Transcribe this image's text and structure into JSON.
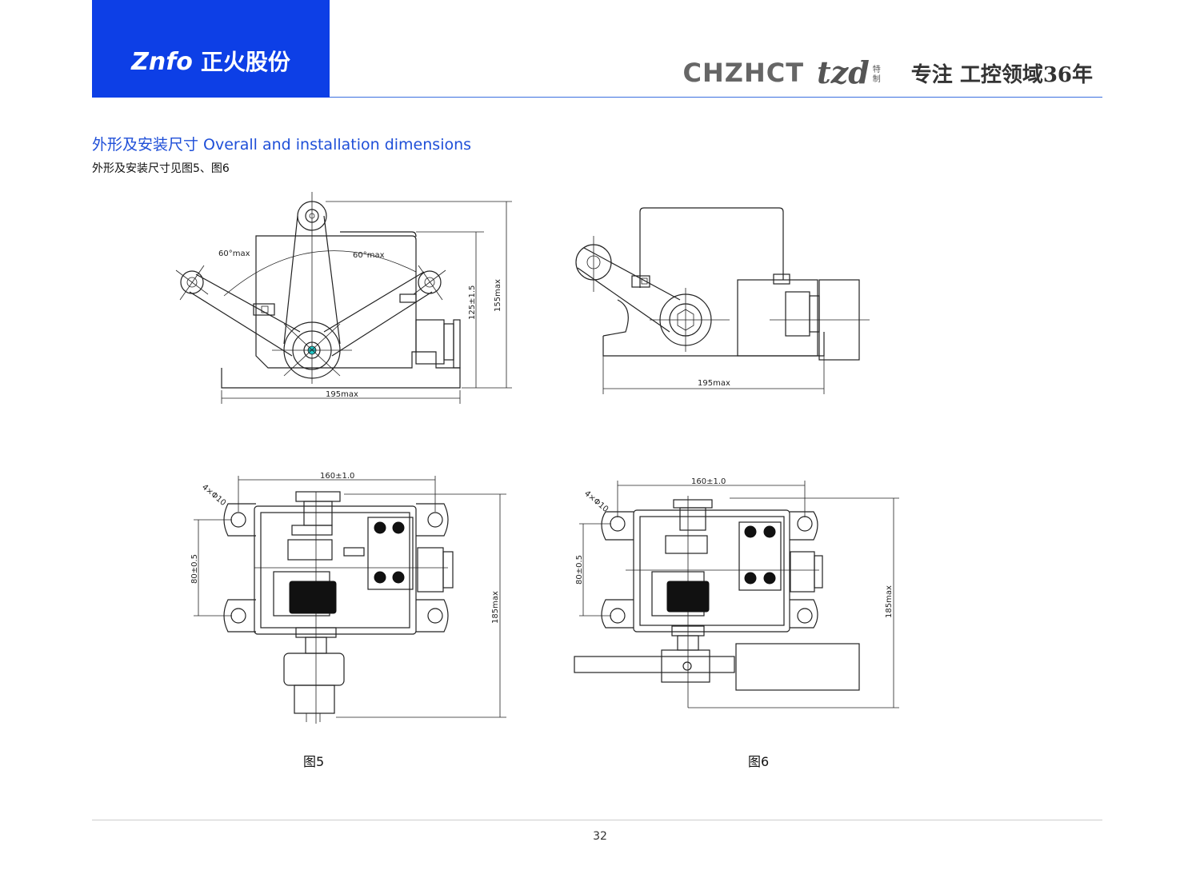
{
  "header": {
    "logo_latin": "Znfo",
    "logo_cn": "正火股份",
    "brand_name": "CHZHCT",
    "brand_tzd": "tzd",
    "brand_tezhi": "特制",
    "slogan": "专注 工控领域36年"
  },
  "section": {
    "title": "外形及安装尺寸 Overall and installation dimensions",
    "subtitle": "外形及安装尺寸见图5、图6"
  },
  "figures": {
    "top_left": {
      "angle_left": "60°max",
      "angle_right": "60°max",
      "height_a": "125±1.5",
      "height_b": "155max",
      "width": "195max"
    },
    "top_right": {
      "width": "195max"
    },
    "fig5": {
      "pitch_x": "160±1.0",
      "pitch_y": "80±0.5",
      "holes": "4×Φ10",
      "height": "185max",
      "caption": "图5"
    },
    "fig6": {
      "pitch_x": "160±1.0",
      "pitch_y": "80±0.5",
      "holes": "4×Φ10",
      "height": "185max",
      "caption": "图6"
    }
  },
  "footer": {
    "page_number": "32"
  }
}
